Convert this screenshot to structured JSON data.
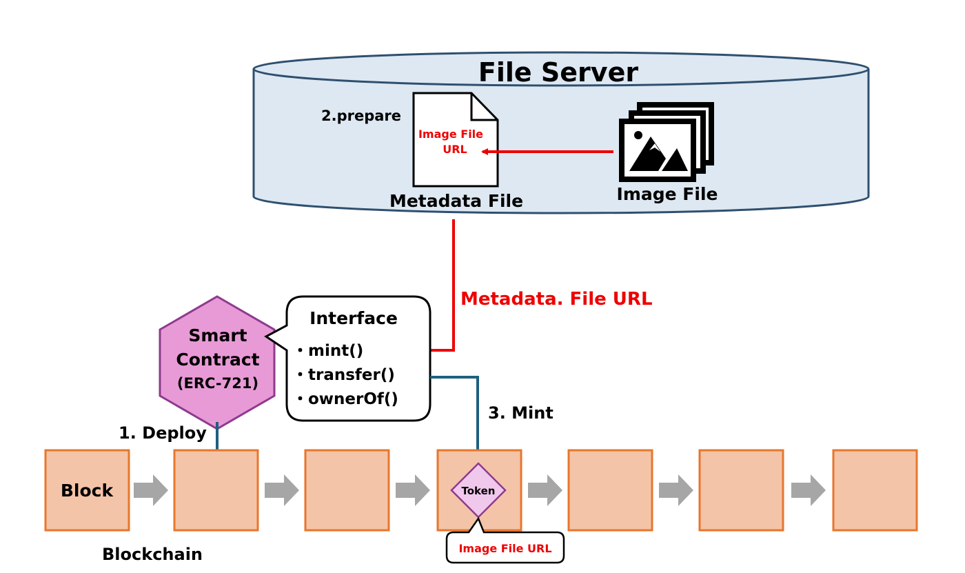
{
  "file_server": {
    "title": "File Server",
    "step_prepare": "2.prepare",
    "metadata_file_content": [
      "Image File",
      "URL"
    ],
    "metadata_file_label": "Metadata File",
    "image_file_label": "Image File"
  },
  "flow": {
    "metadata_url_label": "Metadata. File URL",
    "deploy_label": "1. Deploy",
    "mint_label": "3. Mint"
  },
  "smart_contract": {
    "line1": "Smart",
    "line2": "Contract",
    "line3": "(ERC-721)"
  },
  "interface": {
    "title": "Interface",
    "methods": [
      "・mint()",
      "・transfer()",
      "・ownerOf()"
    ]
  },
  "blockchain": {
    "label": "Blockchain",
    "first_block_label": "Block",
    "block_count": 7,
    "token_label": "Token",
    "token_callout": "Image File URL"
  },
  "colors": {
    "server_fill": "#dde8f2",
    "server_stroke": "#2f4f6f",
    "red_arrow": "#ee0000",
    "blue_arrow": "#1f5f7f",
    "block_fill": "#f4c4a8",
    "block_stroke": "#e8762c",
    "hex_fill": "#e89ad6",
    "hex_stroke": "#8e3a8e",
    "token_fill": "#f0c8ec",
    "gray_arrow": "#a6a6a6"
  }
}
